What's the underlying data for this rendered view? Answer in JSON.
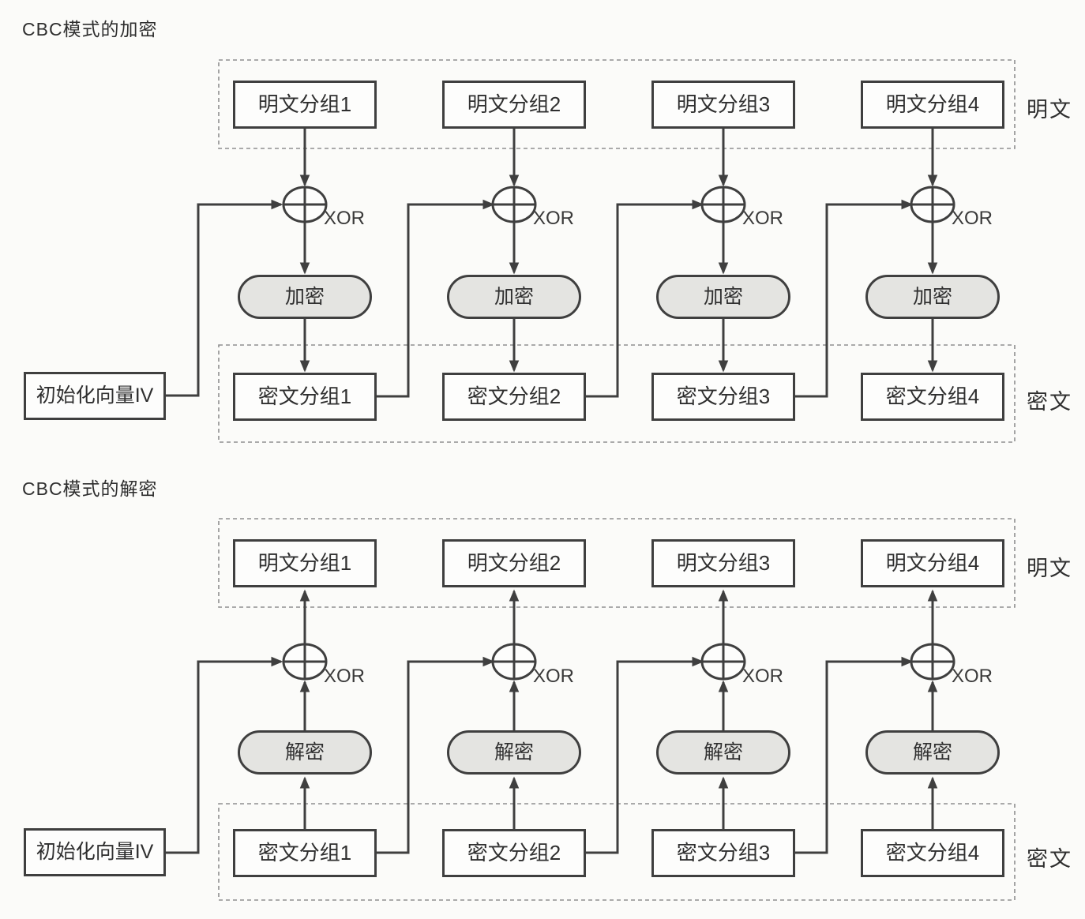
{
  "encryption": {
    "title": "CBC模式的加密",
    "plaintext_blocks": [
      "明文分组1",
      "明文分组2",
      "明文分组3",
      "明文分组4"
    ],
    "ciphertext_blocks": [
      "密文分组1",
      "密文分组2",
      "密文分组3",
      "密文分组4"
    ],
    "operation": "加密",
    "xor": "XOR",
    "iv": "初始化向量IV",
    "row_labels": {
      "plaintext": "明文",
      "ciphertext": "密文"
    }
  },
  "decryption": {
    "title": "CBC模式的解密",
    "plaintext_blocks": [
      "明文分组1",
      "明文分组2",
      "明文分组3",
      "明文分组4"
    ],
    "ciphertext_blocks": [
      "密文分组1",
      "密文分组2",
      "密文分组3",
      "密文分组4"
    ],
    "operation": "解密",
    "xor": "XOR",
    "iv": "初始化向量IV",
    "row_labels": {
      "plaintext": "明文",
      "ciphertext": "密文"
    }
  },
  "colors": {
    "line": "#3f3f3f",
    "box_border": "#3f3f3f",
    "pill_fill": "#e4e4e1",
    "dashed_border": "#8f8f8f",
    "background": "#fbfbf9",
    "text": "#2f2f2f"
  }
}
